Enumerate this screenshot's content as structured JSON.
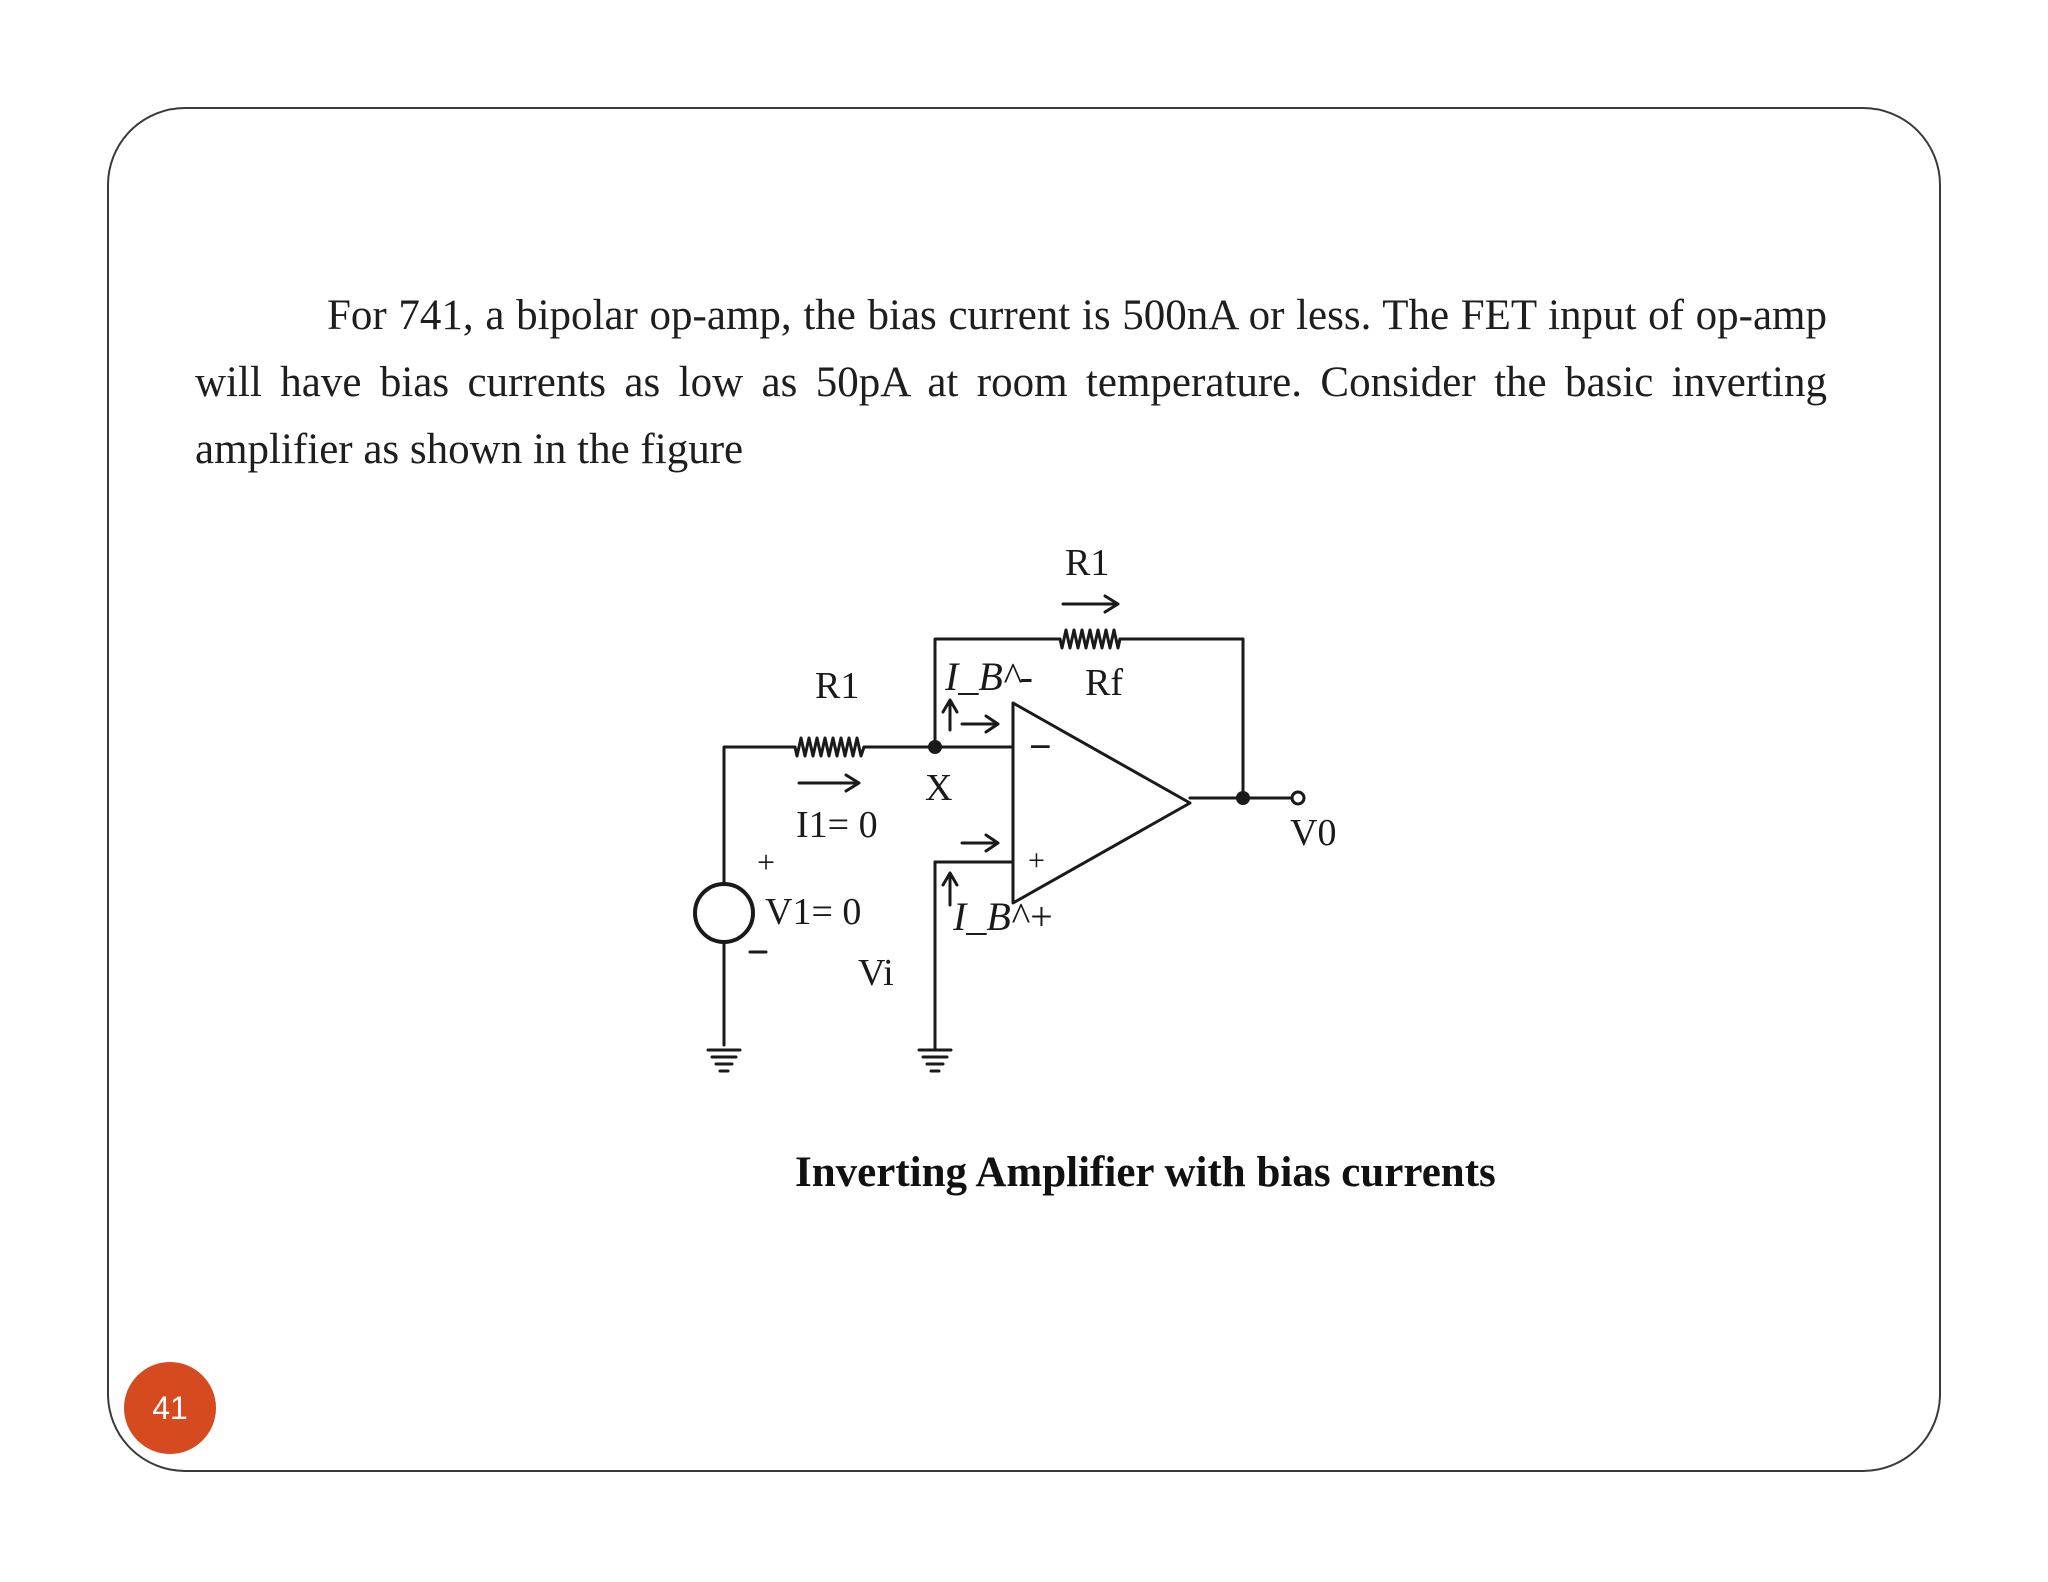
{
  "paragraph": {
    "line1": "For 741, a bipolar op-amp, the bias current is 500nA or less. The FET input of op-amp",
    "line2": "will have bias currents as low as 50pA at room temperature. Consider the basic inverting",
    "line3": "amplifier as shown in the figure"
  },
  "diagram": {
    "r1_feedback_label": "R1",
    "rf_label": "Rf",
    "r1_input_label": "R1",
    "ib_minus_label": "I_B^-",
    "ib_plus_label": "I_B^+",
    "node_label": "X",
    "i1_label": "I1= 0",
    "v1_label": "V1= 0",
    "vi_label": "Vi",
    "vo_label": "V0",
    "minus_sign": "−",
    "plus_sign": "+"
  },
  "caption": "Inverting Amplifier with bias currents",
  "page_number": "41",
  "colors": {
    "badge": "#d64a1f",
    "frame": "#3a3a3a",
    "ink": "#1a1a1a"
  }
}
